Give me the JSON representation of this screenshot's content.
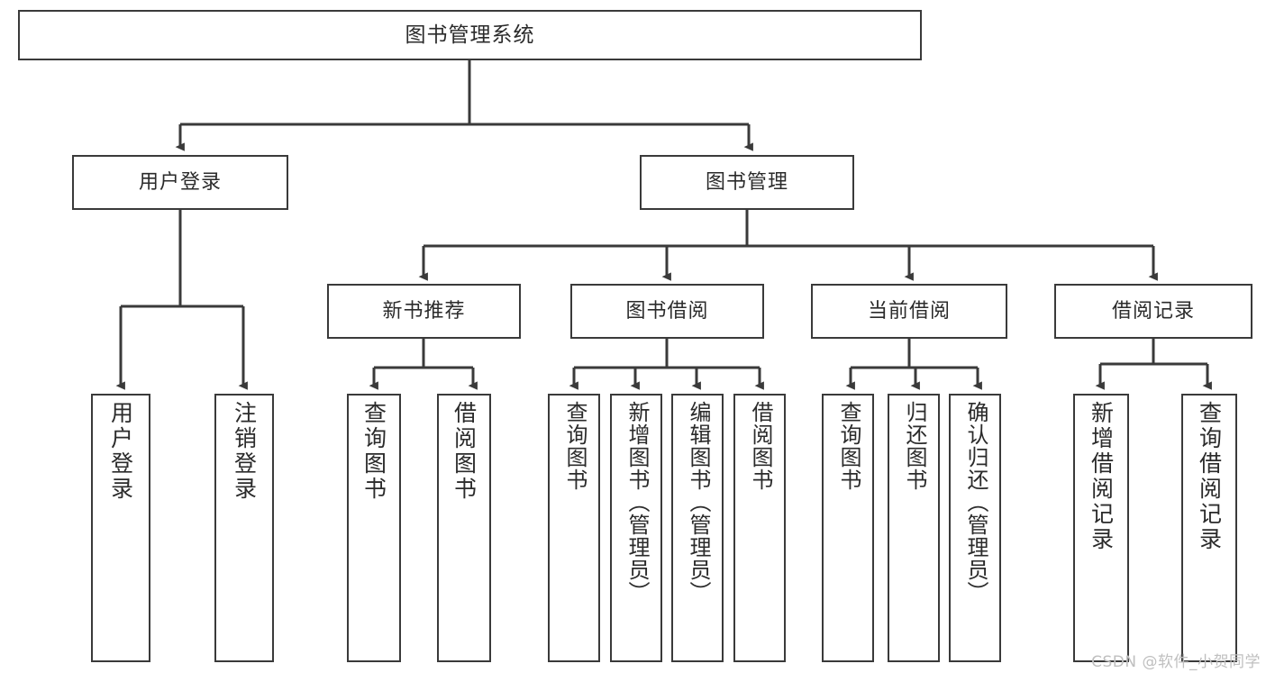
{
  "diagram": {
    "title": "图书管理系统",
    "type": "tree",
    "colors": {
      "stroke": "#3a3a3a",
      "fill": "#ffffff",
      "text": "#2b2b2b",
      "watermark": "#bfbfbf"
    },
    "root": {
      "label": "图书管理系统"
    },
    "level2": [
      {
        "label": "用户登录"
      },
      {
        "label": "图书管理"
      }
    ],
    "level3": [
      {
        "label": "新书推荐"
      },
      {
        "label": "图书借阅"
      },
      {
        "label": "当前借阅"
      },
      {
        "label": "借阅记录"
      }
    ],
    "leaves": {
      "user_login": [
        {
          "label": "用户登录"
        },
        {
          "label": "注销登录"
        }
      ],
      "new_book_recommend": [
        {
          "label": "查询图书"
        },
        {
          "label": "借阅图书"
        }
      ],
      "book_borrow": [
        {
          "label": "查询图书"
        },
        {
          "label": "新增图书（管理员）"
        },
        {
          "label": "编辑图书（管理员）"
        },
        {
          "label": "借阅图书"
        }
      ],
      "current_borrow": [
        {
          "label": "查询图书"
        },
        {
          "label": "归还图书"
        },
        {
          "label": "确认归还（管理员）"
        }
      ],
      "borrow_record": [
        {
          "label": "新增借阅记录"
        },
        {
          "label": "查询借阅记录"
        }
      ]
    }
  },
  "watermark": {
    "text": "CSDN @软件_小贺同学"
  }
}
